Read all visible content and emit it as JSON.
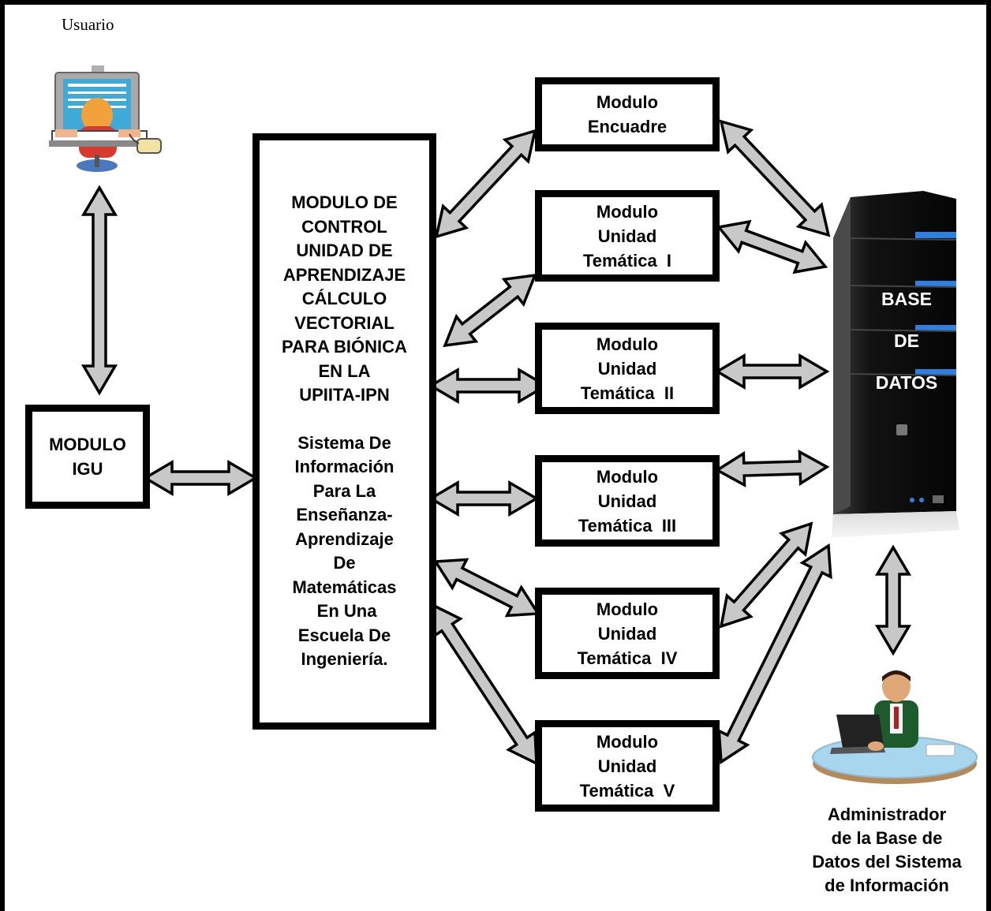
{
  "labels": {
    "usuario": "Usuario",
    "admin_lines": [
      "Administrador",
      "de la Base de",
      "Datos del Sistema",
      "de Información"
    ]
  },
  "boxes": {
    "igu": [
      "MODULO",
      "IGU"
    ],
    "control": [
      "MODULO DE",
      "CONTROL",
      "UNIDAD DE",
      "APRENDIZAJE",
      "CÁLCULO",
      "VECTORIAL",
      "PARA BIÓNICA",
      "EN LA",
      "UPIITA-IPN",
      "",
      "Sistema De",
      "Información",
      "Para La",
      "Enseñanza-",
      "Aprendizaje",
      "De",
      "Matemáticas",
      " En Una",
      "Escuela De",
      "Ingeniería."
    ],
    "encuadre": [
      "Modulo",
      "Encuadre"
    ],
    "ut1": [
      "Modulo",
      "Unidad",
      "Temática  I"
    ],
    "ut2": [
      "Modulo",
      "Unidad",
      "Temática  II"
    ],
    "ut3": [
      "Modulo",
      "Unidad",
      "Temática  III"
    ],
    "ut4": [
      "Modulo",
      "Unidad",
      "Temática  IV"
    ],
    "ut5": [
      "Modulo",
      "Unidad",
      "Temática  V"
    ]
  },
  "database": {
    "lines": [
      "BASE",
      "DE",
      "DATOS"
    ]
  },
  "icons": {
    "user": "user-computer-icon",
    "server": "database-server-icon",
    "admin": "administrator-icon"
  },
  "colors": {
    "arrow_fill": "#c8c8c8",
    "border": "#000000",
    "server_body": "#1a1a1a",
    "server_light": "#2f7fe0"
  }
}
